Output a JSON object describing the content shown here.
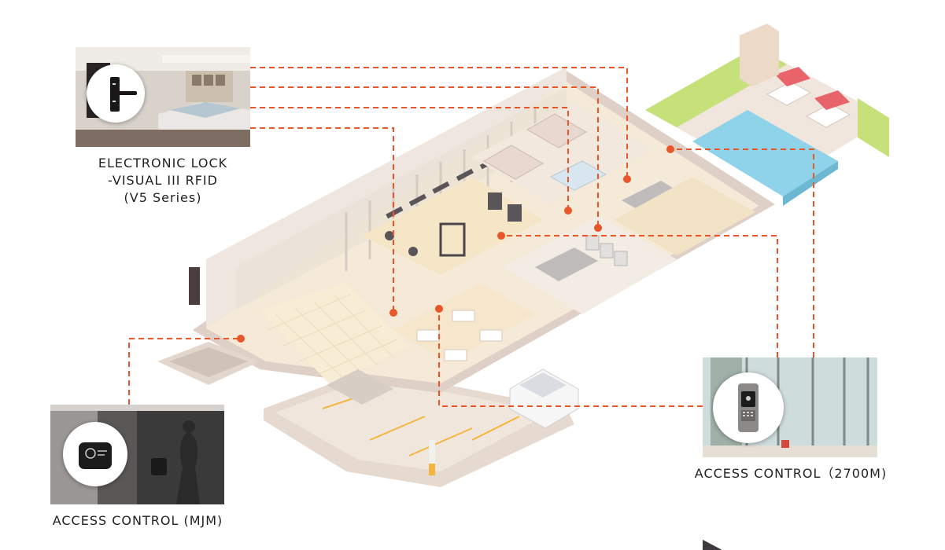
{
  "colors": {
    "connector": "#e8562a",
    "floor": "#f5ecd9",
    "wall": "#ece3dc",
    "wall_dark": "#d9cdc4",
    "pool": "#8fd3ea",
    "grass": "#c6e07a",
    "label_text": "#231f20"
  },
  "devices": [
    {
      "id": "electronic-lock",
      "label_lines": [
        "ELECTRONIC LOCK",
        "-VISUAL III RFID",
        "(V5 Series)"
      ],
      "icon": "door-lock-icon",
      "photo": "bedroom-photo"
    },
    {
      "id": "access-mjm",
      "label_lines": [
        "ACCESS CONTROL (MJM)"
      ],
      "icon": "card-reader-icon",
      "photo": "entrance-photo"
    },
    {
      "id": "access-2700m",
      "label_lines": [
        "ACCESS CONTROL（2700M)"
      ],
      "icon": "wall-reader-icon",
      "photo": "glass-doors-photo"
    }
  ]
}
